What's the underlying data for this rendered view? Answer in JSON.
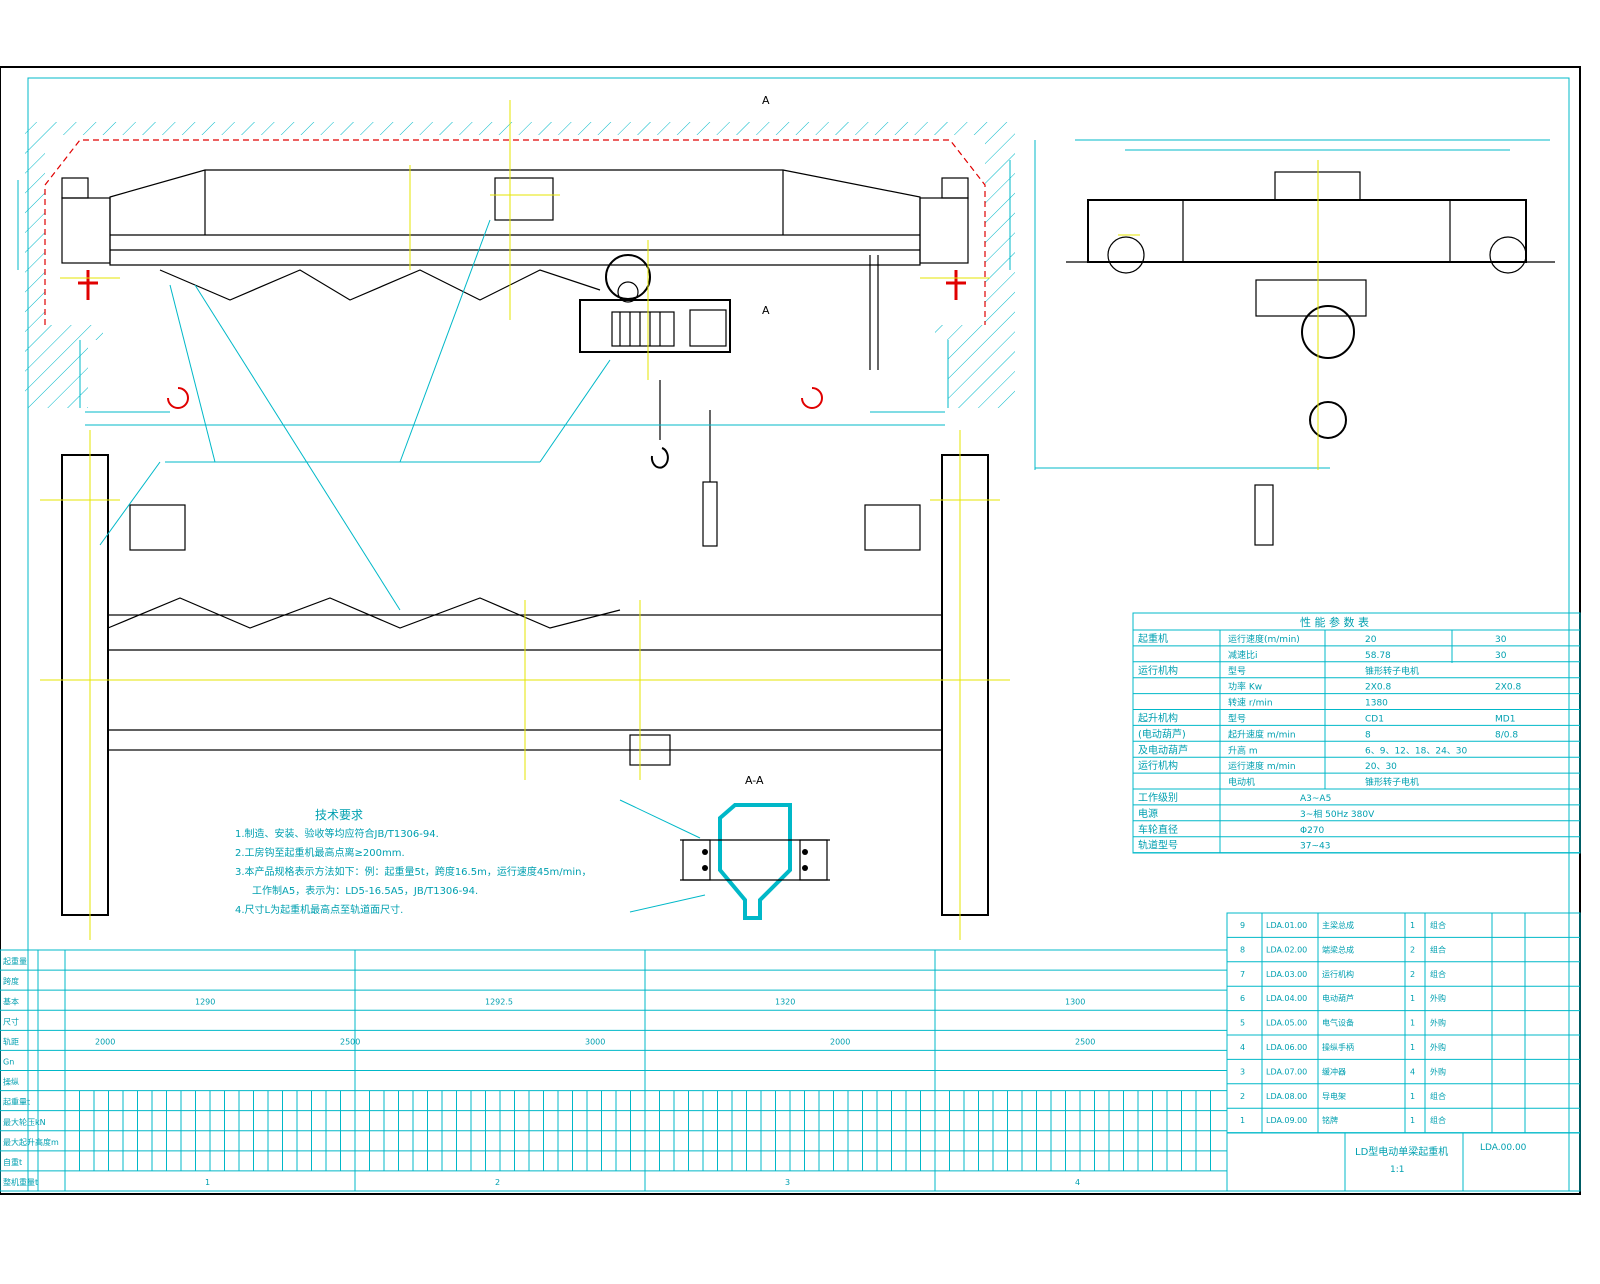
{
  "section_labels": {
    "a_top": "A",
    "a_mid": "A",
    "aa": "A-A"
  },
  "tech_requirements": {
    "title": "技术要求",
    "items": [
      "1.制造、安装、验收等均应符合JB/T1306-94.",
      "2.工房钩至起重机最高点离≥200mm.",
      "3.本产品规格表示方法如下：例：起重量5t，跨度16.5m，运行速度45m/min，",
      "工作制A5，表示为：LD5-16.5A5，JB/T1306-94.",
      "4.尺寸L为起重机最高点至轨道面尺寸."
    ]
  },
  "performance_table": {
    "title": "性 能 参 数 表",
    "rows": [
      {
        "group": "起重机",
        "label": "运行速度(m/min)",
        "v1": "20",
        "v2": "30"
      },
      {
        "group": "",
        "label": "减速比i",
        "v1": "58.78",
        "v2": "30"
      },
      {
        "group": "运行机构",
        "label": "型号",
        "v1": "锥形转子电机",
        "v2": ""
      },
      {
        "group": "",
        "label": "功率 Kw",
        "v1": "2X0.8",
        "v2": "2X0.8"
      },
      {
        "group": "",
        "label": "转速 r/min",
        "v1": "1380",
        "v2": ""
      },
      {
        "group": "起升机构",
        "label": "型号",
        "v1": "CD1",
        "v2": "MD1"
      },
      {
        "group": "(电动葫芦)",
        "label": "起升速度 m/min",
        "v1": "8",
        "v2": "8/0.8"
      },
      {
        "group": "及电动葫芦",
        "label": "升高 m",
        "v1": "6、9、12、18、24、30",
        "v2": ""
      },
      {
        "group": "运行机构",
        "label": "运行速度 m/min",
        "v1": "20、30",
        "v2": ""
      },
      {
        "group": "",
        "label": "电动机",
        "v1": "锥形转子电机",
        "v2": ""
      },
      {
        "group": "工作级别",
        "label": "",
        "v1": "A3~A5",
        "v2": ""
      },
      {
        "group": "电源",
        "label": "",
        "v1": "3~相 50Hz 380V",
        "v2": ""
      },
      {
        "group": "车轮直径",
        "label": "",
        "v1": "Φ270",
        "v2": ""
      },
      {
        "group": "轨道型号",
        "label": "",
        "v1": "37~43",
        "v2": ""
      }
    ]
  },
  "bottom_table": {
    "row_labels": [
      "起重量",
      "跨度",
      "基本",
      "尺寸",
      "轨距",
      "Gn",
      "操纵",
      "起重量t",
      "最大轮压kN",
      "最大起升高度m",
      "自重t",
      "整机重量t"
    ],
    "section_values": [
      "1",
      "2",
      "3",
      "4"
    ],
    "mid_values": [
      "1290",
      "1292.5",
      "1320",
      "1300"
    ],
    "span_values": [
      "2000",
      "2500",
      "3000",
      "2000",
      "2500"
    ]
  },
  "parts_list": {
    "rows": [
      {
        "no": "9",
        "code": "LDA.01.00",
        "name": "主梁总成",
        "qty": "1",
        "mat": "组合",
        "note": ""
      },
      {
        "no": "8",
        "code": "LDA.02.00",
        "name": "端梁总成",
        "qty": "2",
        "mat": "组合",
        "note": ""
      },
      {
        "no": "7",
        "code": "LDA.03.00",
        "name": "运行机构",
        "qty": "2",
        "mat": "组合",
        "note": ""
      },
      {
        "no": "6",
        "code": "LDA.04.00",
        "name": "电动葫芦",
        "qty": "1",
        "mat": "外购",
        "note": ""
      },
      {
        "no": "5",
        "code": "LDA.05.00",
        "name": "电气设备",
        "qty": "1",
        "mat": "外购",
        "note": ""
      },
      {
        "no": "4",
        "code": "LDA.06.00",
        "name": "操纵手柄",
        "qty": "1",
        "mat": "外购",
        "note": ""
      },
      {
        "no": "3",
        "code": "LDA.07.00",
        "name": "缓冲器",
        "qty": "4",
        "mat": "外购",
        "note": ""
      },
      {
        "no": "2",
        "code": "LDA.08.00",
        "name": "导电架",
        "qty": "1",
        "mat": "组合",
        "note": ""
      },
      {
        "no": "1",
        "code": "LDA.09.00",
        "name": "铭牌",
        "qty": "1",
        "mat": "组合",
        "note": ""
      }
    ],
    "title_block": {
      "drawing_name": "LD型电动单梁起重机",
      "sheet": "1:1",
      "code": "LDA.00.00"
    }
  }
}
